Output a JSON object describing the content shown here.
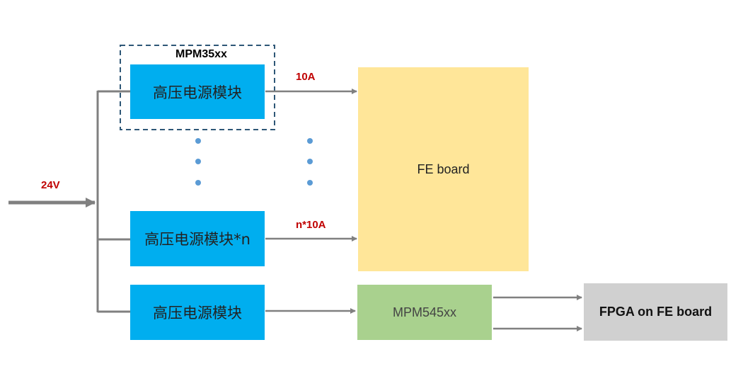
{
  "input_label": "24V",
  "group_label": "MPM35xx",
  "modules": [
    {
      "label": "高压电源模块",
      "current": "10A"
    },
    {
      "label": "高压电源模块*n",
      "current": "n*10A"
    },
    {
      "label": "高压电源模块"
    }
  ],
  "fe_board": {
    "label": "FE board"
  },
  "mpm545": {
    "label": "MPM545xx"
  },
  "fpga": {
    "label": "FPGA on FE board"
  },
  "colors": {
    "module": "#00aeef",
    "fe_board": "#ffe699",
    "mpm545": "#a9d18e",
    "fpga": "#d0d0d0",
    "line": "#808080",
    "dots": "#5b9bd5",
    "current_label": "#c00000",
    "dash_border": "#2e5777"
  }
}
